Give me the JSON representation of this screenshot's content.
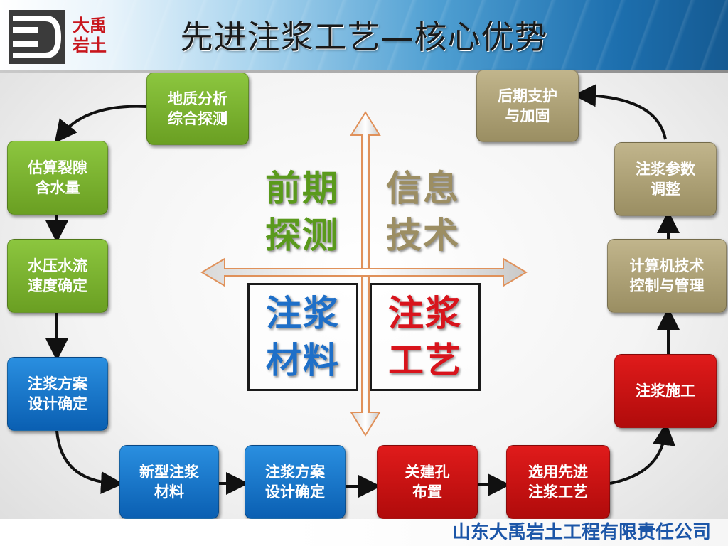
{
  "header": {
    "logo_text": "大禹\n岩土",
    "title": "先进注浆工艺—核心优势"
  },
  "flow": {
    "geology": "地质分析\n综合探测",
    "estimate": "估算裂隙\n含水量",
    "pressure": "水压水流\n速度确定",
    "plan_left": "注浆方案\n设计确定",
    "new_material": "新型注浆\n材料",
    "plan_bottom": "注浆方案\n设计确定",
    "key_hole": "关建孔\n布置",
    "select_process": "选用先进\n注浆工艺",
    "construction": "注浆施工",
    "computer": "计算机技术\n控制与管理",
    "params": "注浆参数\n调整",
    "support": "后期支护\n与加固"
  },
  "center": {
    "top_left": "前期\n探测",
    "top_right": "信息\n技术",
    "bottom_left": "注浆\n材料",
    "bottom_right": "注浆\n工艺"
  },
  "footer": {
    "company": "山东大禹岩土工程有限责任公司"
  },
  "colors": {
    "green": "#7bb12f",
    "blue": "#1577cf",
    "red": "#d01414",
    "olive": "#ada177",
    "footer_text": "#1c56a8"
  }
}
